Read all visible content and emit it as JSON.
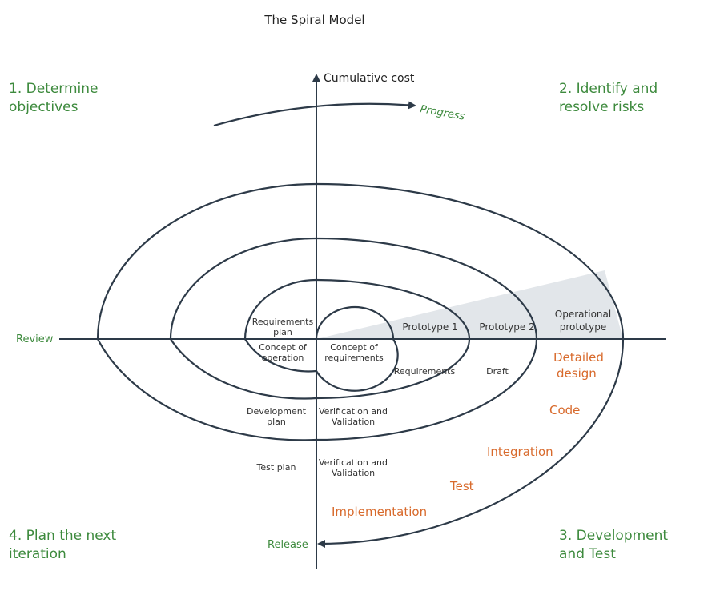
{
  "title": "The Spiral Model",
  "axes": {
    "y_label": "Cumulative cost",
    "left_label": "Review",
    "bottom_label": "Release"
  },
  "progress_label": "Progress",
  "quadrants": [
    {
      "line1": "1. Determine",
      "line2": "objectives"
    },
    {
      "line1": "2. Identify and",
      "line2": "resolve risks"
    },
    {
      "line1": "3. Development",
      "line2": "and Test"
    },
    {
      "line1": "4. Plan the next",
      "line2": "iteration"
    }
  ],
  "labels": {
    "requirements_plan": [
      "Requirements",
      "plan"
    ],
    "concept_of_operation": [
      "Concept of",
      "operation"
    ],
    "concept_of_requirements": [
      "Concept of",
      "requirements"
    ],
    "prototype1": "Prototype 1",
    "prototype2": "Prototype 2",
    "operational_prototype": [
      "Operational",
      "prototype"
    ],
    "requirements": "Requirements",
    "draft": "Draft",
    "development_plan": [
      "Development",
      "plan"
    ],
    "verification_validation_1": [
      "Verification and",
      "Validation"
    ],
    "test_plan": "Test plan",
    "verification_validation_2": [
      "Verification and",
      "Validation"
    ]
  },
  "phases": {
    "detailed_design": [
      "Detailed",
      "design"
    ],
    "code": "Code",
    "integration": "Integration",
    "test": "Test",
    "implementation": "Implementation"
  },
  "colors": {
    "line": "#2d3a48",
    "green": "#3d8a3d",
    "orange": "#d86a2c",
    "shade": "#e2e6ea"
  }
}
